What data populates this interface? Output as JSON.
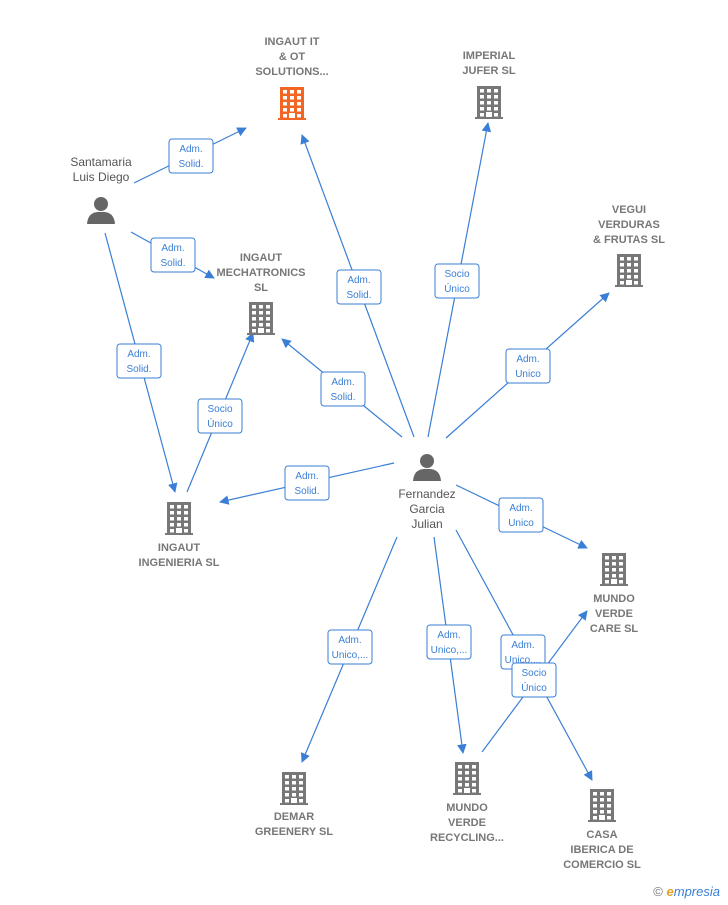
{
  "nodes": {
    "fernandez": {
      "kind": "person",
      "lines": [
        "Fernandez",
        "Garcia",
        "Julian"
      ]
    },
    "santamaria": {
      "kind": "person",
      "lines": [
        "Santamaria",
        "Luis Diego"
      ]
    },
    "ingaut_it": {
      "kind": "company",
      "highlight": true,
      "lines": [
        "INGAUT IT",
        "& OT",
        "SOLUTIONS..."
      ]
    },
    "imperial": {
      "kind": "company",
      "lines": [
        "IMPERIAL",
        "JUFER  SL"
      ]
    },
    "vegui": {
      "kind": "company",
      "lines": [
        "VEGUI",
        "VERDURAS",
        "& FRUTAS  SL"
      ]
    },
    "mechatronics": {
      "kind": "company",
      "lines": [
        "INGAUT",
        "MECHATRONICS",
        "SL"
      ]
    },
    "ingenieria": {
      "kind": "company",
      "lines": [
        "INGAUT",
        "INGENIERIA SL"
      ]
    },
    "mv_care": {
      "kind": "company",
      "lines": [
        "MUNDO",
        "VERDE",
        "CARE  SL"
      ]
    },
    "demar": {
      "kind": "company",
      "lines": [
        "DEMAR",
        "GREENERY  SL"
      ]
    },
    "mv_recycling": {
      "kind": "company",
      "lines": [
        "MUNDO",
        "VERDE",
        "RECYCLING..."
      ]
    },
    "casa": {
      "kind": "company",
      "lines": [
        "CASA",
        "IBERICA DE",
        "COMERCIO  SL"
      ]
    }
  },
  "edges": [
    {
      "from": "santamaria",
      "to": "ingaut_it",
      "label": [
        "Adm.",
        "Solid."
      ]
    },
    {
      "from": "santamaria",
      "to": "mechatronics",
      "label": [
        "Adm.",
        "Solid."
      ]
    },
    {
      "from": "santamaria",
      "to": "ingenieria",
      "label": [
        "Adm.",
        "Solid."
      ]
    },
    {
      "from": "ingenieria",
      "to": "mechatronics",
      "label": [
        "Socio",
        "Único"
      ]
    },
    {
      "from": "fernandez",
      "to": "ingaut_it",
      "label": [
        "Adm.",
        "Solid."
      ]
    },
    {
      "from": "fernandez",
      "to": "imperial",
      "label": [
        "Socio",
        "Único"
      ]
    },
    {
      "from": "fernandez",
      "to": "vegui",
      "label": [
        "Adm.",
        "Unico"
      ]
    },
    {
      "from": "fernandez",
      "to": "mechatronics",
      "label": [
        "Adm.",
        "Solid."
      ]
    },
    {
      "from": "fernandez",
      "to": "ingenieria",
      "label": [
        "Adm.",
        "Solid."
      ]
    },
    {
      "from": "fernandez",
      "to": "mv_care",
      "label": [
        "Adm.",
        "Unico"
      ]
    },
    {
      "from": "fernandez",
      "to": "demar",
      "label": [
        "Adm.",
        "Unico,..."
      ]
    },
    {
      "from": "fernandez",
      "to": "mv_recycling",
      "label": [
        "Adm.",
        "Unico,..."
      ]
    },
    {
      "from": "fernandez",
      "to": "casa",
      "label": [
        "Adm.",
        "Unico,..."
      ]
    },
    {
      "from": "mv_recycling",
      "to": "mv_care",
      "label": [
        "Socio",
        "Único"
      ]
    }
  ],
  "footer": {
    "copyright": "©",
    "brand_initial": "e",
    "brand_rest": "mpresia"
  },
  "colors": {
    "edge": "#3a7fd5",
    "building": "#777777",
    "building_highlight": "#f26522",
    "person": "#666666"
  }
}
